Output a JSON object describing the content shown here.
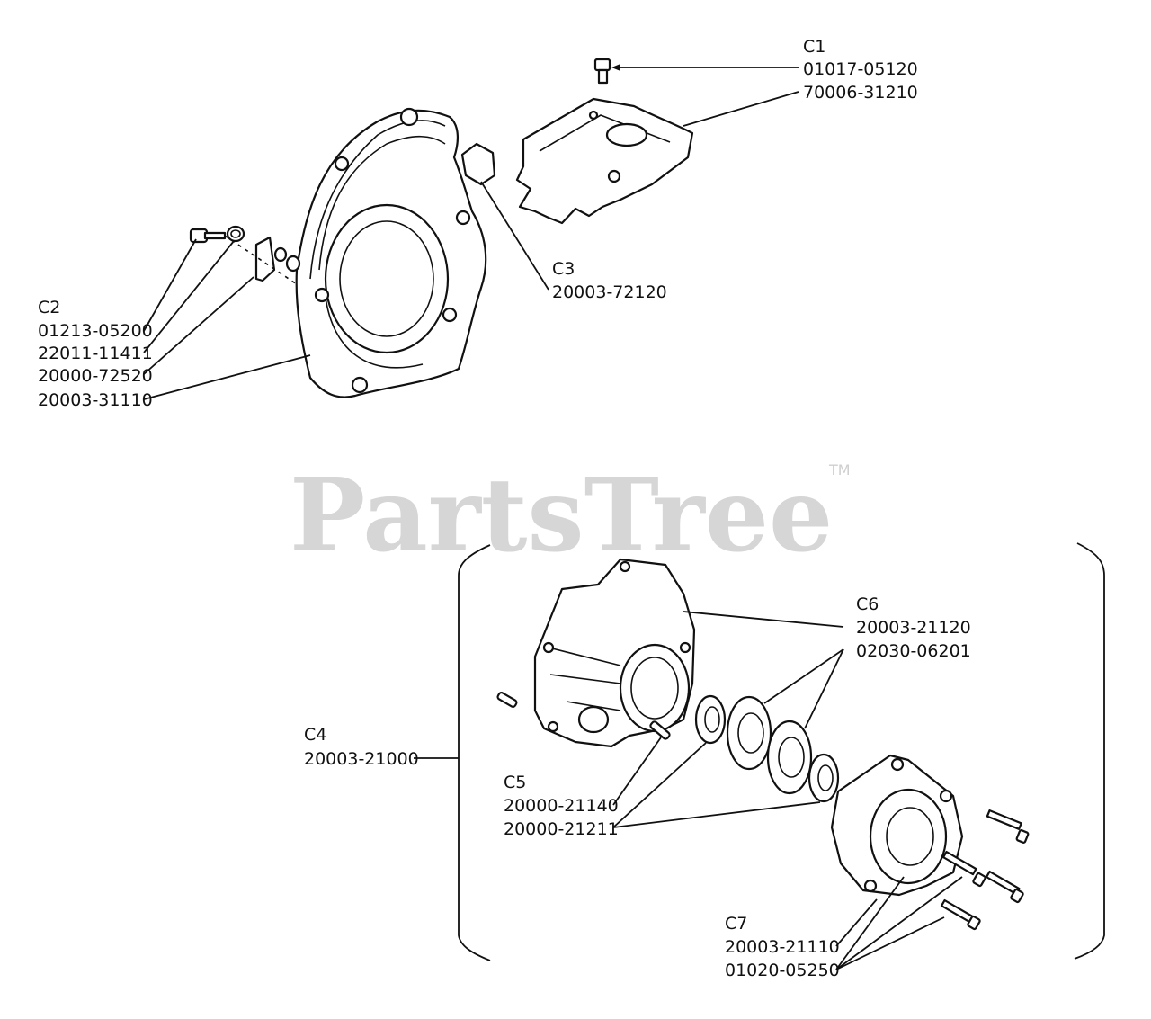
{
  "watermark": {
    "brand": "PartsTree",
    "mark": "TM"
  },
  "callouts": [
    {
      "id": "C1",
      "parts": [
        "01017-05120",
        "70006-31210"
      ]
    },
    {
      "id": "C2",
      "parts": [
        "01213-05200",
        "22011-11411",
        "20000-72520",
        "20003-31110"
      ]
    },
    {
      "id": "C3",
      "parts": [
        "20003-72120"
      ]
    },
    {
      "id": "C4",
      "parts": [
        "20003-21000"
      ]
    },
    {
      "id": "C5",
      "parts": [
        "20000-21140",
        "20000-21211"
      ]
    },
    {
      "id": "C6",
      "parts": [
        "20003-21120",
        "02030-06201"
      ]
    },
    {
      "id": "C7",
      "parts": [
        "20003-21110",
        "01020-05250"
      ]
    }
  ]
}
